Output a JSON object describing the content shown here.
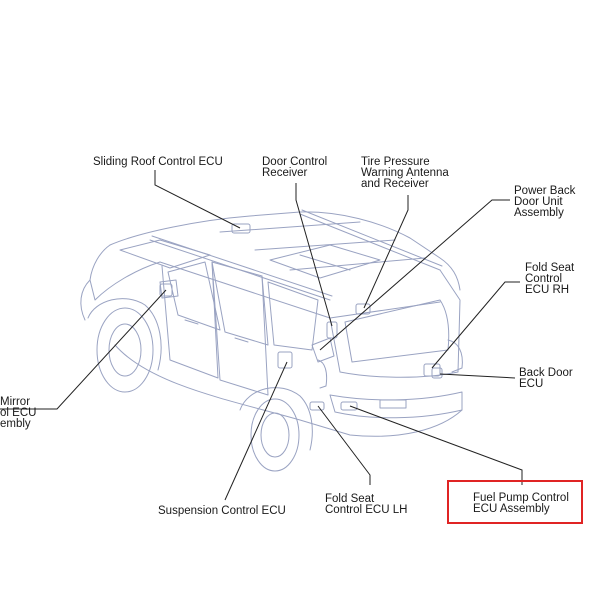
{
  "labels": {
    "sliding_roof": "Sliding Roof Control ECU",
    "door_control": "Door Control\nReceiver",
    "tire_pressure": "Tire Pressure\nWarning Antenna\nand Receiver",
    "power_back_door": "Power Back\nDoor Unit\nAssembly",
    "fold_seat_rh": "Fold Seat\nControl\nECU RH",
    "back_door": "Back Door\nECU",
    "mirror": "Mirror\nol ECU\nembly",
    "suspension": "Suspension Control ECU",
    "fold_seat_lh": "Fold Seat\nControl ECU LH",
    "fuel_pump": "Fuel Pump Control\nECU Assembly"
  },
  "colors": {
    "vehicle_line": "#9aa3c2",
    "leader_line": "#222222",
    "highlight": "#e02424"
  }
}
